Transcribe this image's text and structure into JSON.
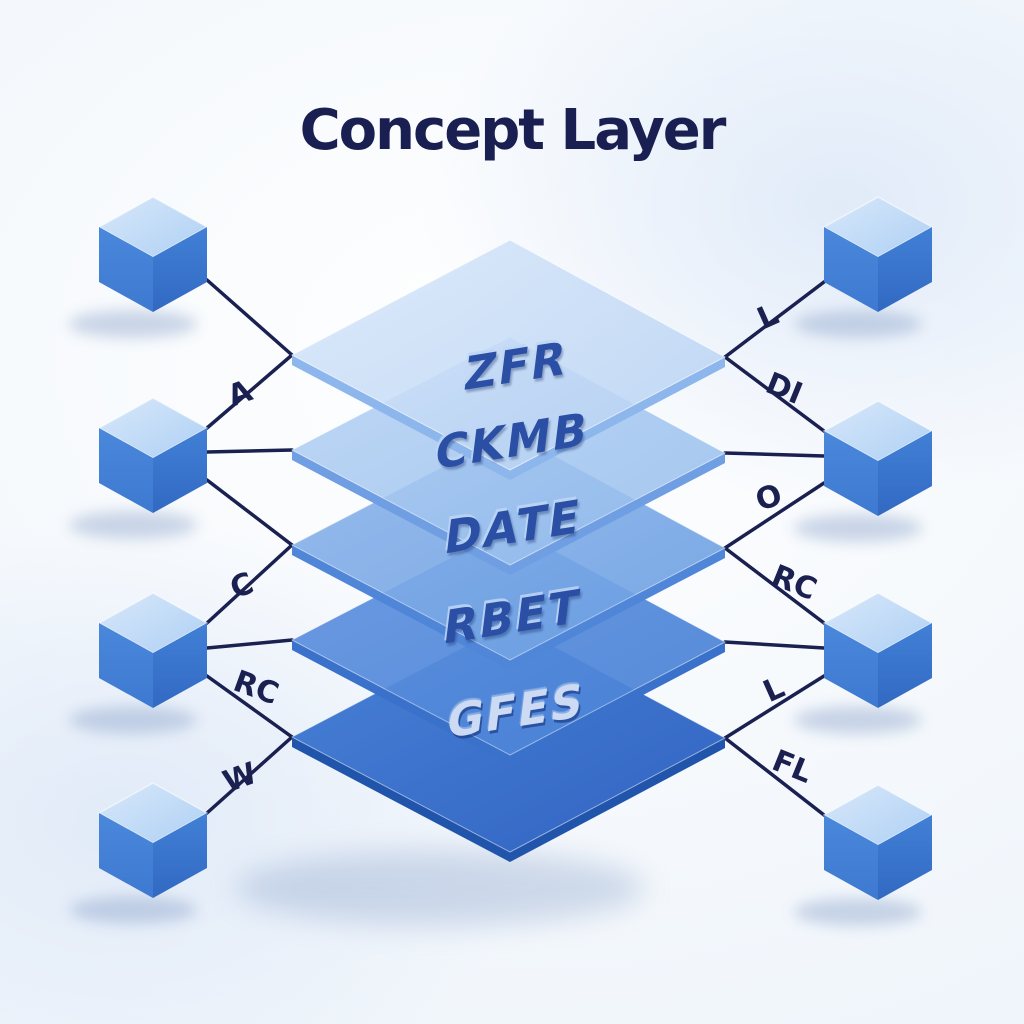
{
  "title": "Concept Layer",
  "layers": [
    {
      "label": "ZFR"
    },
    {
      "label": "CKMB"
    },
    {
      "label": "DATE"
    },
    {
      "label": "RBET"
    },
    {
      "label": "GFES"
    }
  ],
  "connector_labels": {
    "left": [
      "A",
      "C",
      "RC",
      "W"
    ],
    "right": [
      "L",
      "DI",
      "O",
      "RC",
      "L",
      "FL"
    ]
  },
  "colors": {
    "background": "#f4f8fc",
    "title_text": "#1a1f52",
    "connector_line": "#1a2050",
    "connector_label_text": "#1a2050",
    "layer_fills": [
      "#c3daf5",
      "#a2c6ef",
      "#7aaae7",
      "#5088da",
      "#3a70cd"
    ],
    "layer_edge_fills": [
      "#8cb6ec",
      "#6f9fe2",
      "#4f86d8",
      "#3a71ca",
      "#2155ab"
    ],
    "layer_label_text": "#2a4fa4",
    "layer5_label_text": "#ccdaf4",
    "cube_top": "#c8dff7",
    "cube_left": "#4484da",
    "cube_right": "#3872c8"
  }
}
